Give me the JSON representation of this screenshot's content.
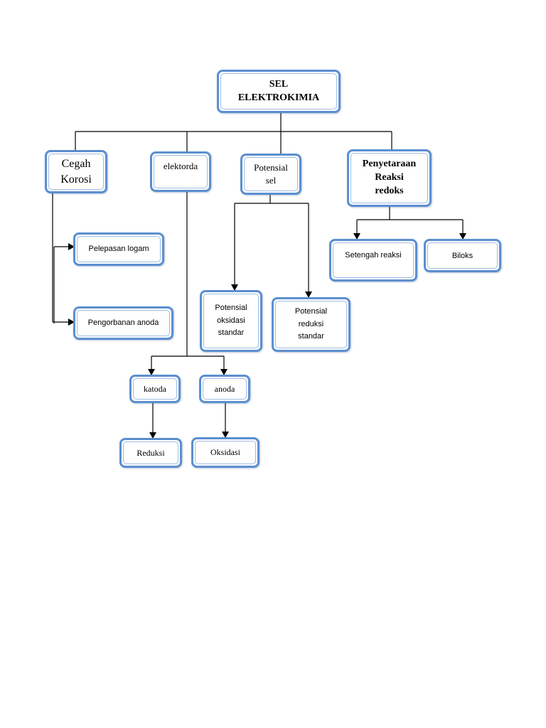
{
  "diagram": {
    "root": "SEL\nELEKTROKIMIA",
    "branches": {
      "cegah_korosi": {
        "label": "Cegah\nKorosi",
        "children": [
          "Pelepasan logam",
          "Pengorbanan anoda"
        ]
      },
      "elektroda": {
        "label": "elektorda",
        "children": {
          "katoda": {
            "label": "katoda",
            "child": "Reduksi"
          },
          "anoda": {
            "label": "anoda",
            "child": "Oksidasi"
          }
        }
      },
      "potensial_sel": {
        "label": "Potensial\nsel",
        "children": [
          "Potensial\noksidasi\nstandar",
          "Potensial\nreduksi\nstandar"
        ]
      },
      "penyetaraan": {
        "label": "Penyetaraan\nReaksi\nredoks",
        "children": [
          "Setengah reaksi",
          "Biloks"
        ]
      }
    },
    "colors": {
      "border": "#5b8fd0",
      "inner_border": "#9dbbe3",
      "line": "#000000"
    }
  }
}
